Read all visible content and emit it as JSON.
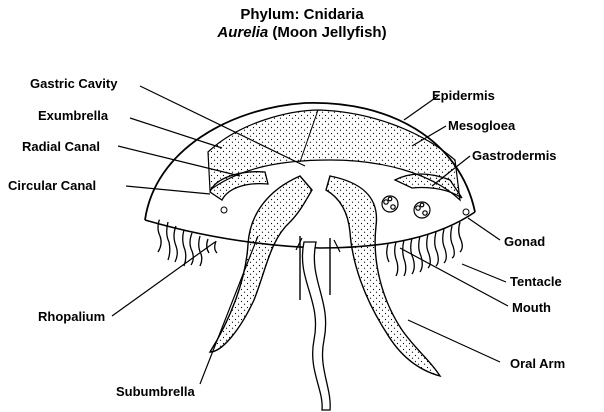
{
  "title": {
    "line1": "Phylum: Cnidaria",
    "genus": "Aurelia",
    "common": "(Moon Jellyfish)"
  },
  "labels": {
    "gastric_cavity": "Gastric Cavity",
    "exumbrella": "Exumbrella",
    "radial_canal": "Radial Canal",
    "circular_canal": "Circular Canal",
    "rhopalium": "Rhopalium",
    "subumbrella": "Subumbrella",
    "epidermis": "Epidermis",
    "mesogloea": "Mesogloea",
    "gastrodermis": "Gastrodermis",
    "gonad": "Gonad",
    "tentacle": "Tentacle",
    "mouth": "Mouth",
    "oral_arm": "Oral Arm"
  }
}
